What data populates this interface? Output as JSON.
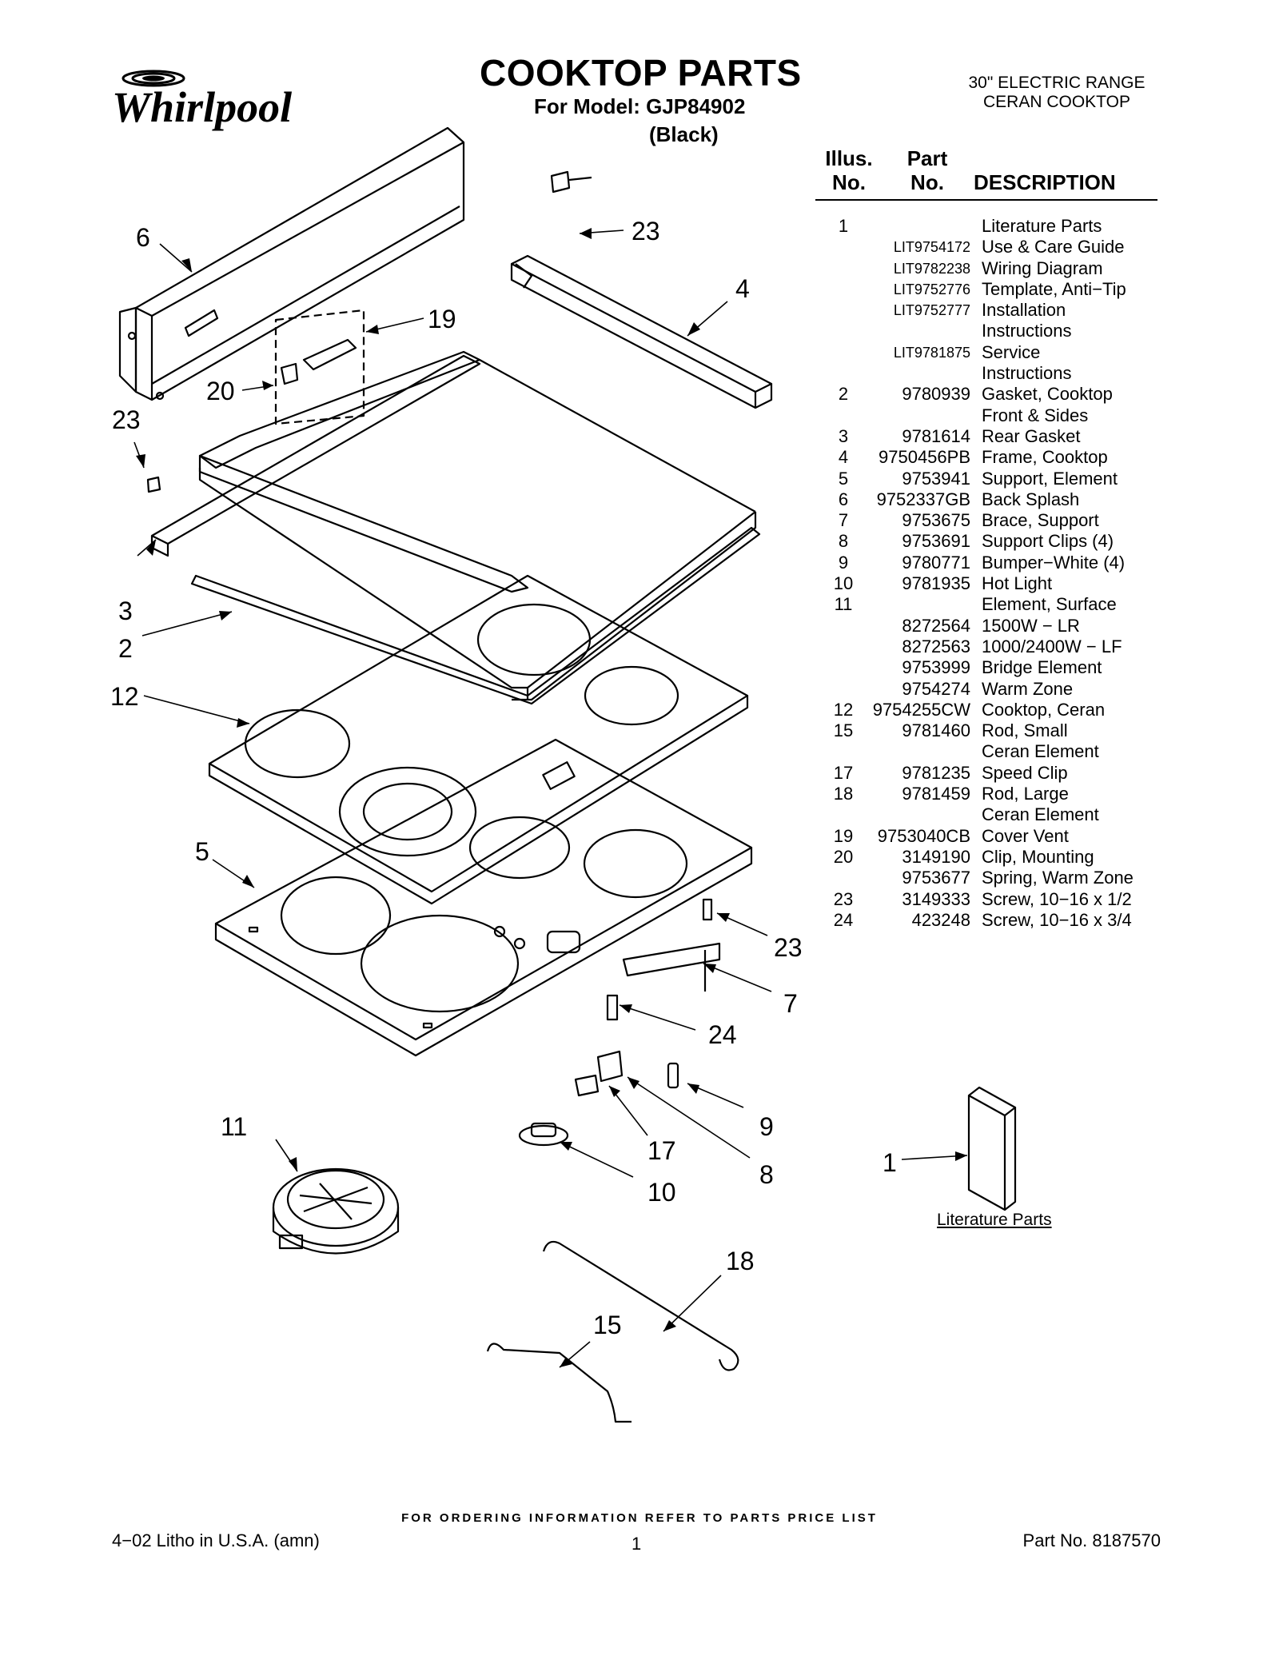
{
  "brand": "Whirlpool",
  "header": {
    "title": "COOKTOP PARTS",
    "model_line": "For Model: GJP84902",
    "color": "(Black)",
    "range_line1": "30\" ELECTRIC RANGE",
    "range_line2": "CERAN COOKTOP"
  },
  "parts_header": {
    "illus": "Illus.\nNo.",
    "part": "Part\nNo.",
    "description": "DESCRIPTION"
  },
  "parts": [
    {
      "illus": "1",
      "part": "",
      "desc": "Literature Parts"
    },
    {
      "illus": "",
      "part": "LIT9754172",
      "desc": "Use & Care Guide",
      "lit": true
    },
    {
      "illus": "",
      "part": "LIT9782238",
      "desc": "Wiring Diagram",
      "lit": true
    },
    {
      "illus": "",
      "part": "LIT9752776",
      "desc": "Template, Anti−Tip",
      "lit": true
    },
    {
      "illus": "",
      "part": "LIT9752777",
      "desc": "Installation",
      "lit": true
    },
    {
      "illus": "",
      "part": "",
      "desc": "Instructions"
    },
    {
      "illus": "",
      "part": "LIT9781875",
      "desc": "Service",
      "lit": true
    },
    {
      "illus": "",
      "part": "",
      "desc": "Instructions"
    },
    {
      "illus": "2",
      "part": "9780939",
      "desc": "Gasket, Cooktop"
    },
    {
      "illus": "",
      "part": "",
      "desc": "Front & Sides"
    },
    {
      "illus": "3",
      "part": "9781614",
      "desc": "Rear Gasket"
    },
    {
      "illus": "4",
      "part": "9750456PB",
      "desc": "Frame, Cooktop"
    },
    {
      "illus": "5",
      "part": "9753941",
      "desc": "Support, Element"
    },
    {
      "illus": "6",
      "part": "9752337GB",
      "desc": "Back Splash"
    },
    {
      "illus": "7",
      "part": "9753675",
      "desc": "Brace, Support"
    },
    {
      "illus": "8",
      "part": "9753691",
      "desc": "Support Clips (4)"
    },
    {
      "illus": "9",
      "part": "9780771",
      "desc": "Bumper−White (4)"
    },
    {
      "illus": "10",
      "part": "9781935",
      "desc": "Hot Light"
    },
    {
      "illus": "11",
      "part": "",
      "desc": "Element, Surface"
    },
    {
      "illus": "",
      "part": "8272564",
      "desc": "1500W − LR"
    },
    {
      "illus": "",
      "part": "8272563",
      "desc": "1000/2400W − LF"
    },
    {
      "illus": "",
      "part": "9753999",
      "desc": "Bridge Element"
    },
    {
      "illus": "",
      "part": "9754274",
      "desc": "Warm Zone"
    },
    {
      "illus": "12",
      "part": "9754255CW",
      "desc": "Cooktop, Ceran"
    },
    {
      "illus": "15",
      "part": "9781460",
      "desc": "Rod, Small"
    },
    {
      "illus": "",
      "part": "",
      "desc": "Ceran Element"
    },
    {
      "illus": "17",
      "part": "9781235",
      "desc": "Speed Clip"
    },
    {
      "illus": "18",
      "part": "9781459",
      "desc": "Rod, Large"
    },
    {
      "illus": "",
      "part": "",
      "desc": "Ceran Element"
    },
    {
      "illus": "19",
      "part": "9753040CB",
      "desc": "Cover Vent"
    },
    {
      "illus": "20",
      "part": "3149190",
      "desc": "Clip, Mounting"
    },
    {
      "illus": "",
      "part": "9753677",
      "desc": "Spring, Warm Zone"
    },
    {
      "illus": "23",
      "part": "3149333",
      "desc": "Screw, 10−16 x 1/2"
    },
    {
      "illus": "24",
      "part": "423248",
      "desc": "Screw, 10−16 x 3/4"
    }
  ],
  "callouts": {
    "c6": "6",
    "c23a": "23",
    "c4": "4",
    "c19": "19",
    "c20": "20",
    "c23b": "23",
    "c3": "3",
    "c2": "2",
    "c12": "12",
    "c5": "5",
    "c23c": "23",
    "c7": "7",
    "c24": "24",
    "c9": "9",
    "c11": "11",
    "c17": "17",
    "c8": "8",
    "c10": "10",
    "c1": "1",
    "c18": "18",
    "c15": "15"
  },
  "literature_caption": "Literature Parts",
  "footer": {
    "note": "FOR ORDERING INFORMATION REFER TO PARTS PRICE LIST",
    "litho": "4−02 Litho in U.S.A. (amn)",
    "page": "1",
    "part_no": "Part No. 8187570"
  }
}
